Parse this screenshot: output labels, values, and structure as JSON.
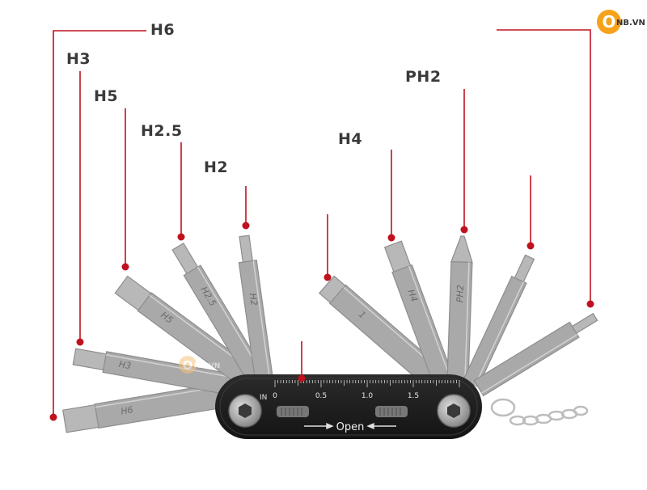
{
  "logo": {
    "letter": "O",
    "text": "NB.VN"
  },
  "watermark": {
    "letter": "O",
    "text": "NB.VN"
  },
  "callouts": [
    {
      "id": "h6",
      "label": "H6"
    },
    {
      "id": "h3",
      "label": "H3"
    },
    {
      "id": "h5",
      "label": "H5"
    },
    {
      "id": "h25",
      "label": "H2.5"
    },
    {
      "id": "h2",
      "label": "H2"
    },
    {
      "id": "h4",
      "label": "H4"
    },
    {
      "id": "ph2",
      "label": "PH2"
    }
  ],
  "arm_engravings": {
    "h6": "H6",
    "h3": "H3",
    "h5": "H5",
    "h25": "H2.5",
    "h2": "H2",
    "screwdriver": "1",
    "h4": "H4",
    "ph2": "PH2"
  },
  "ruler": {
    "unit": "IN",
    "ticks": [
      "0",
      "0.5",
      "1.0",
      "1.5"
    ]
  },
  "body_text": {
    "open": "Open"
  },
  "colors": {
    "leader": "#c0121e",
    "tool_steel": "#a9a9a9",
    "tool_steel_dark": "#8d8d8d",
    "body": "#1e1e1e",
    "logo": "#f6a21a"
  }
}
